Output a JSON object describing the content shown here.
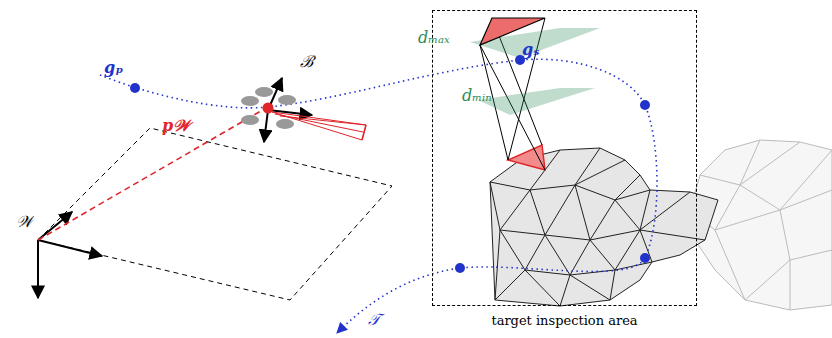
{
  "diagram": {
    "nodes": [
      {
        "text": [
          "target inspection area"
        ]
      }
    ],
    "edges": [],
    "labels": [
      "gₚ",
      "ℬ",
      "p𝒲",
      "𝒲",
      "dₘₐₓ",
      "gₛ",
      "dₘᵢₙ",
      "𝒯"
    ]
  }
}
